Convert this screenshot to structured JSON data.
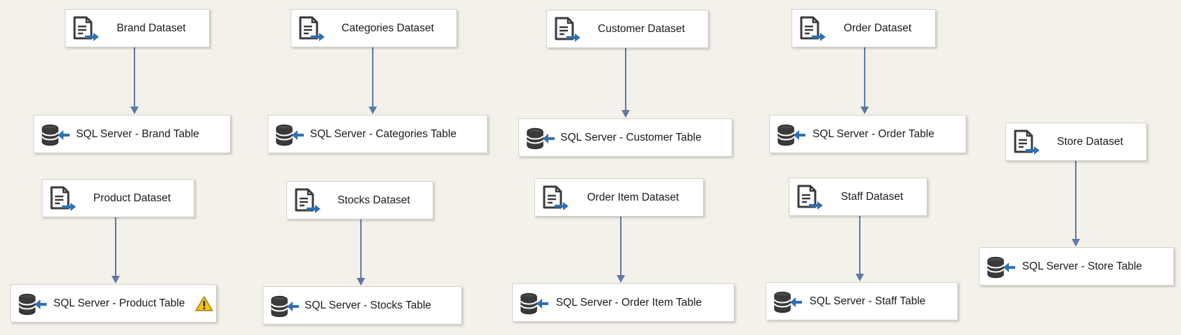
{
  "colors": {
    "background": "#f3f1ea",
    "connector": "#5b7aa6",
    "accent_blue": "#2f6fb3",
    "icon_gray": "#3a3a3a",
    "warning_yellow": "#f2c40f"
  },
  "icons": {
    "source": "flat-file-source-icon",
    "destination": "sql-server-destination-icon",
    "warning": "warning-icon"
  },
  "flows": [
    {
      "source": "Brand Dataset",
      "destination": "SQL Server - Brand Table",
      "warning": false
    },
    {
      "source": "Categories Dataset",
      "destination": "SQL Server - Categories Table",
      "warning": false
    },
    {
      "source": "Customer Dataset",
      "destination": "SQL Server - Customer Table",
      "warning": false
    },
    {
      "source": "Order Dataset",
      "destination": "SQL Server - Order Table",
      "warning": false
    },
    {
      "source": "Store Dataset",
      "destination": "SQL Server - Store Table",
      "warning": false
    },
    {
      "source": "Product Dataset",
      "destination": "SQL Server - Product Table",
      "warning": true
    },
    {
      "source": "Stocks Dataset",
      "destination": "SQL Server - Stocks Table",
      "warning": false
    },
    {
      "source": "Order Item Dataset",
      "destination": "SQL Server - Order Item Table",
      "warning": false
    },
    {
      "source": "Staff Dataset",
      "destination": "SQL Server - Staff Table",
      "warning": false
    }
  ]
}
